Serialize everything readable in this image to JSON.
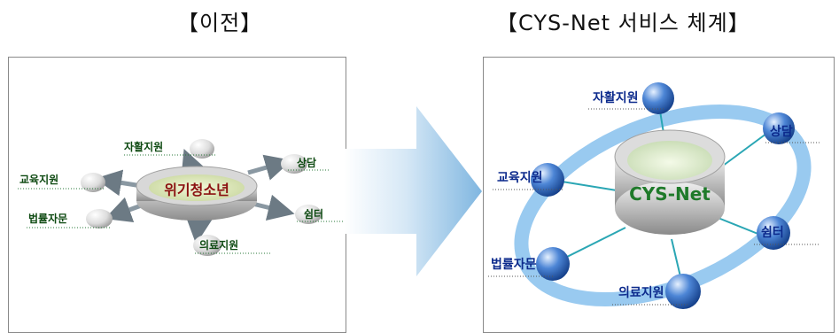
{
  "headings": {
    "before": "【이전】",
    "after": "【CYS-Net 서비스 체계】"
  },
  "before": {
    "center": "위기청소년",
    "nodes": {
      "self": "자활지원",
      "counsel": "상담",
      "education": "교육지원",
      "shelter": "쉼터",
      "legal": "법률자문",
      "medical": "의료지원"
    }
  },
  "after": {
    "center": "CYS-Net",
    "nodes": {
      "self": "자활지원",
      "counsel": "상담",
      "education": "교육지원",
      "shelter": "쉼터",
      "legal": "법률자문",
      "medical": "의료지원"
    }
  },
  "colors": {
    "before_label": "#0e4a12",
    "before_center_text": "#8b1010",
    "after_label": "#0c2a8c",
    "after_center_text": "#1f7a2a",
    "ring": "#8ec4ee",
    "spoke": "#2aa6b4"
  }
}
